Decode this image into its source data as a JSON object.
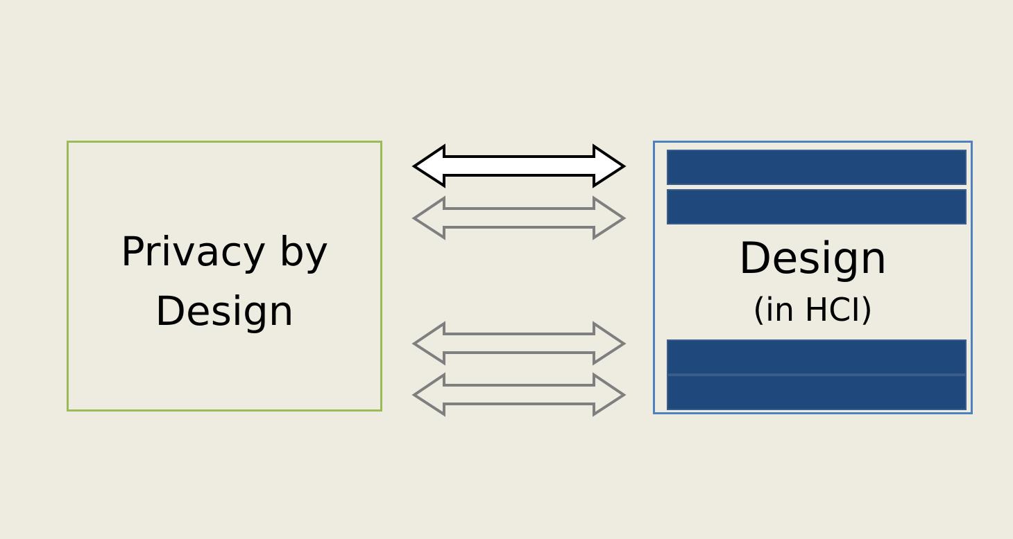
{
  "left_box": {
    "line1": "Privacy by",
    "line2": "Design",
    "border_color": "#9BBB59"
  },
  "right_box": {
    "title": "Design",
    "subtitle": "(in HCI)",
    "border_color": "#4F81BD",
    "bar_color": "#1F497D"
  },
  "arrows": [
    {
      "name": "arrow-highlighted",
      "stroke": "#000000",
      "fill": "#FFFFFF"
    },
    {
      "name": "arrow-2",
      "stroke": "#7F7F7F",
      "fill": "none"
    },
    {
      "name": "arrow-3",
      "stroke": "#7F7F7F",
      "fill": "none"
    },
    {
      "name": "arrow-4",
      "stroke": "#7F7F7F",
      "fill": "none"
    }
  ],
  "background": "#EEECE1"
}
